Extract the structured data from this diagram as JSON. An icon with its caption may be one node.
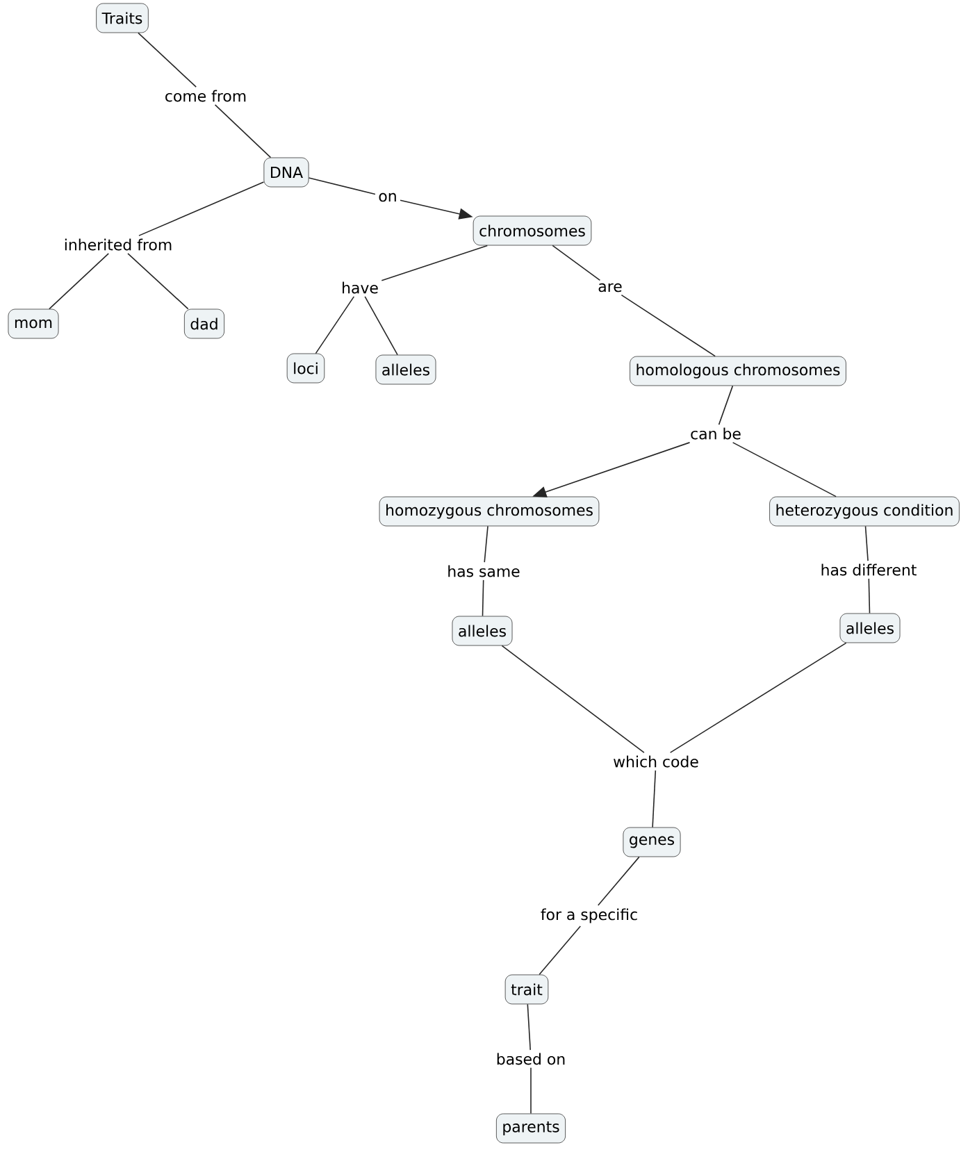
{
  "diagram": {
    "nodes": [
      {
        "text": [
          "Traits"
        ]
      },
      {
        "text": [
          "DNA"
        ]
      },
      {
        "text": [
          "chromosomes"
        ]
      },
      {
        "text": [
          "mom"
        ]
      },
      {
        "text": [
          "dad"
        ]
      },
      {
        "text": [
          "loci"
        ]
      },
      {
        "text": [
          "alleles"
        ]
      },
      {
        "text": [
          "homologous chromosomes"
        ]
      },
      {
        "text": [
          "homozygous chromosomes"
        ]
      },
      {
        "text": [
          "heterozygous condition"
        ]
      },
      {
        "text": [
          "alleles"
        ]
      },
      {
        "text": [
          "alleles"
        ]
      },
      {
        "text": [
          "genes"
        ]
      },
      {
        "text": [
          "trait"
        ]
      },
      {
        "text": [
          "parents"
        ]
      },
      {
        "text": [
          "come from"
        ]
      },
      {
        "text": [
          "on"
        ]
      },
      {
        "text": [
          "inherited from"
        ]
      },
      {
        "text": [
          "have"
        ]
      },
      {
        "text": [
          "are"
        ]
      },
      {
        "text": [
          "can be"
        ]
      },
      {
        "text": [
          "has same"
        ]
      },
      {
        "text": [
          "has different"
        ]
      },
      {
        "text": [
          "which code"
        ]
      },
      {
        "text": [
          "for a specific"
        ]
      },
      {
        "text": [
          "based on"
        ]
      }
    ],
    "edges": [
      {
        "from": 0,
        "to": 15,
        "arrow": "none"
      },
      {
        "from": 15,
        "to": 1,
        "arrow": "none"
      },
      {
        "from": 1,
        "to": 16,
        "arrow": "none"
      },
      {
        "from": 16,
        "to": 2,
        "arrow": "to"
      },
      {
        "from": 1,
        "to": 17,
        "arrow": "none"
      },
      {
        "from": 17,
        "to": 3,
        "arrow": "none"
      },
      {
        "from": 17,
        "to": 4,
        "arrow": "none"
      },
      {
        "from": 2,
        "to": 18,
        "arrow": "none"
      },
      {
        "from": 18,
        "to": 5,
        "arrow": "none"
      },
      {
        "from": 18,
        "to": 6,
        "arrow": "none"
      },
      {
        "from": 2,
        "to": 19,
        "arrow": "none"
      },
      {
        "from": 19,
        "to": 7,
        "arrow": "none"
      },
      {
        "from": 7,
        "to": 20,
        "arrow": "none"
      },
      {
        "from": 20,
        "to": 8,
        "arrow": "to"
      },
      {
        "from": 20,
        "to": 9,
        "arrow": "none"
      },
      {
        "from": 8,
        "to": 21,
        "arrow": "none"
      },
      {
        "from": 21,
        "to": 10,
        "arrow": "none"
      },
      {
        "from": 9,
        "to": 22,
        "arrow": "none"
      },
      {
        "from": 22,
        "to": 11,
        "arrow": "none"
      },
      {
        "from": 10,
        "to": 23,
        "arrow": "none"
      },
      {
        "from": 11,
        "to": 23,
        "arrow": "none"
      },
      {
        "from": 23,
        "to": 12,
        "arrow": "none"
      },
      {
        "from": 12,
        "to": 24,
        "arrow": "none"
      },
      {
        "from": 24,
        "to": 13,
        "arrow": "none"
      },
      {
        "from": 13,
        "to": 25,
        "arrow": "none"
      },
      {
        "from": 25,
        "to": 14,
        "arrow": "none"
      }
    ]
  }
}
